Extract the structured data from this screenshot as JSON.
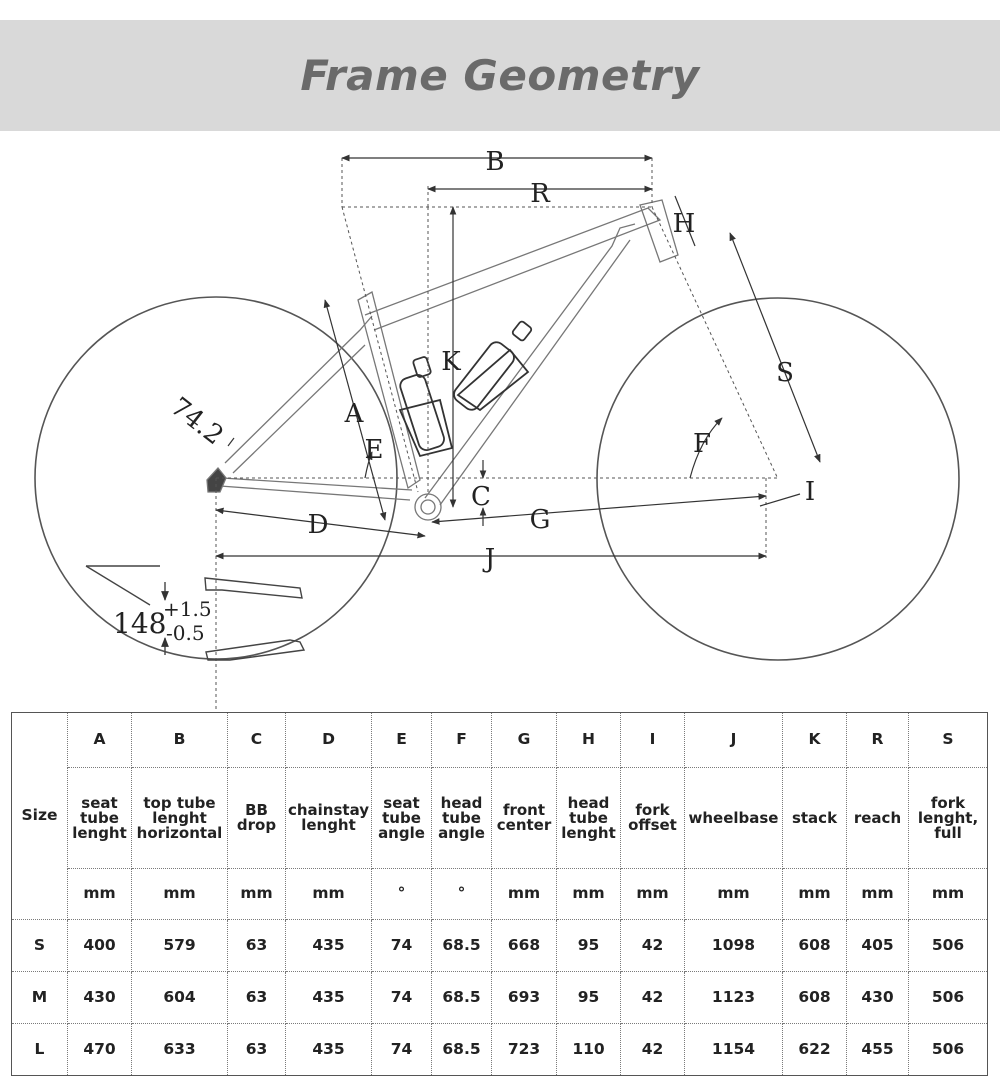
{
  "title": "Frame Geometry",
  "diagram": {
    "labels": {
      "A": "A",
      "B": "B",
      "C": "C",
      "D": "D",
      "E": "E",
      "F": "F",
      "G": "G",
      "H": "H",
      "I": "I",
      "J": "J",
      "K": "K",
      "R": "R",
      "S": "S"
    },
    "angle_label": "74.2",
    "axle_width": "148",
    "axle_tol_plus": "+1.5",
    "axle_tol_minus": "-0.5"
  },
  "table": {
    "size_header": "Size",
    "columns": [
      {
        "letter": "A",
        "desc": [
          "seat",
          "tube",
          "lenght"
        ],
        "unit": "mm"
      },
      {
        "letter": "B",
        "desc": [
          "top tube",
          "lenght",
          "horizontal"
        ],
        "unit": "mm"
      },
      {
        "letter": "C",
        "desc": [
          "BB",
          "drop"
        ],
        "unit": "mm"
      },
      {
        "letter": "D",
        "desc": [
          "chainstay",
          "lenght"
        ],
        "unit": "mm"
      },
      {
        "letter": "E",
        "desc": [
          "seat",
          "tube",
          "angle"
        ],
        "unit": "°"
      },
      {
        "letter": "F",
        "desc": [
          "head",
          "tube",
          "angle"
        ],
        "unit": "°"
      },
      {
        "letter": "G",
        "desc": [
          "front",
          "center"
        ],
        "unit": "mm"
      },
      {
        "letter": "H",
        "desc": [
          "head",
          "tube",
          "lenght"
        ],
        "unit": "mm"
      },
      {
        "letter": "I",
        "desc": [
          "fork",
          "offset"
        ],
        "unit": "mm"
      },
      {
        "letter": "J",
        "desc": [
          "wheelbase"
        ],
        "unit": "mm"
      },
      {
        "letter": "K",
        "desc": [
          "stack"
        ],
        "unit": "mm"
      },
      {
        "letter": "R",
        "desc": [
          "reach"
        ],
        "unit": "mm"
      },
      {
        "letter": "S",
        "desc": [
          "fork",
          "lenght,",
          "full"
        ],
        "unit": "mm"
      }
    ],
    "rows": [
      {
        "size": "S",
        "values": [
          "400",
          "579",
          "63",
          "435",
          "74",
          "68.5",
          "668",
          "95",
          "42",
          "1098",
          "608",
          "405",
          "506"
        ]
      },
      {
        "size": "M",
        "values": [
          "430",
          "604",
          "63",
          "435",
          "74",
          "68.5",
          "693",
          "95",
          "42",
          "1123",
          "608",
          "430",
          "506"
        ]
      },
      {
        "size": "L",
        "values": [
          "470",
          "633",
          "63",
          "435",
          "74",
          "68.5",
          "723",
          "110",
          "42",
          "1154",
          "622",
          "455",
          "506"
        ]
      }
    ]
  }
}
